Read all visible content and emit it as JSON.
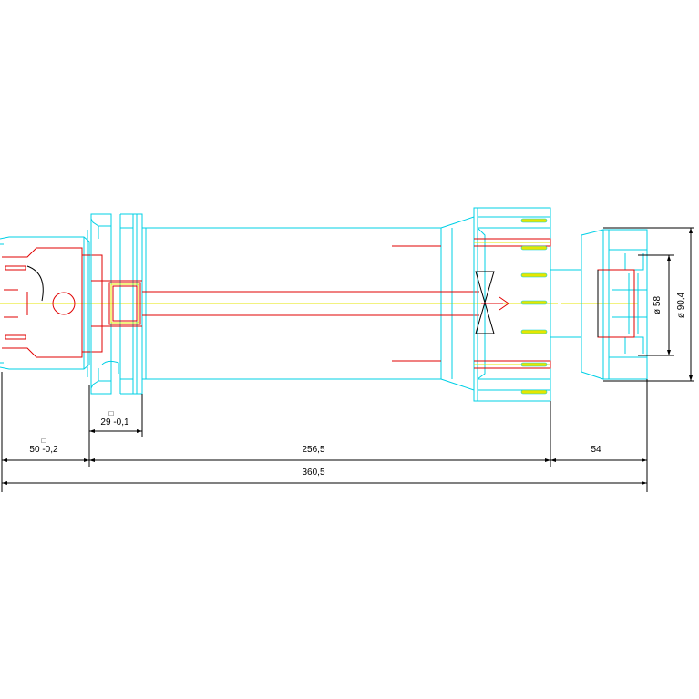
{
  "drawing": {
    "colors": {
      "outline": "#00d0e6",
      "hidden_detail": "#e00000",
      "centerline": "#e6e600",
      "dimension": "#000000",
      "background": "#ffffff"
    },
    "dimensions": {
      "taper_length": "50 -0,2",
      "flange_length": "29 -0,1",
      "body_length": "256,5",
      "nut_length": "54",
      "overall_length": "360,5",
      "inner_diameter": "ø 58",
      "outer_diameter": "ø 90,4",
      "tolerance_symbol": "□"
    }
  }
}
